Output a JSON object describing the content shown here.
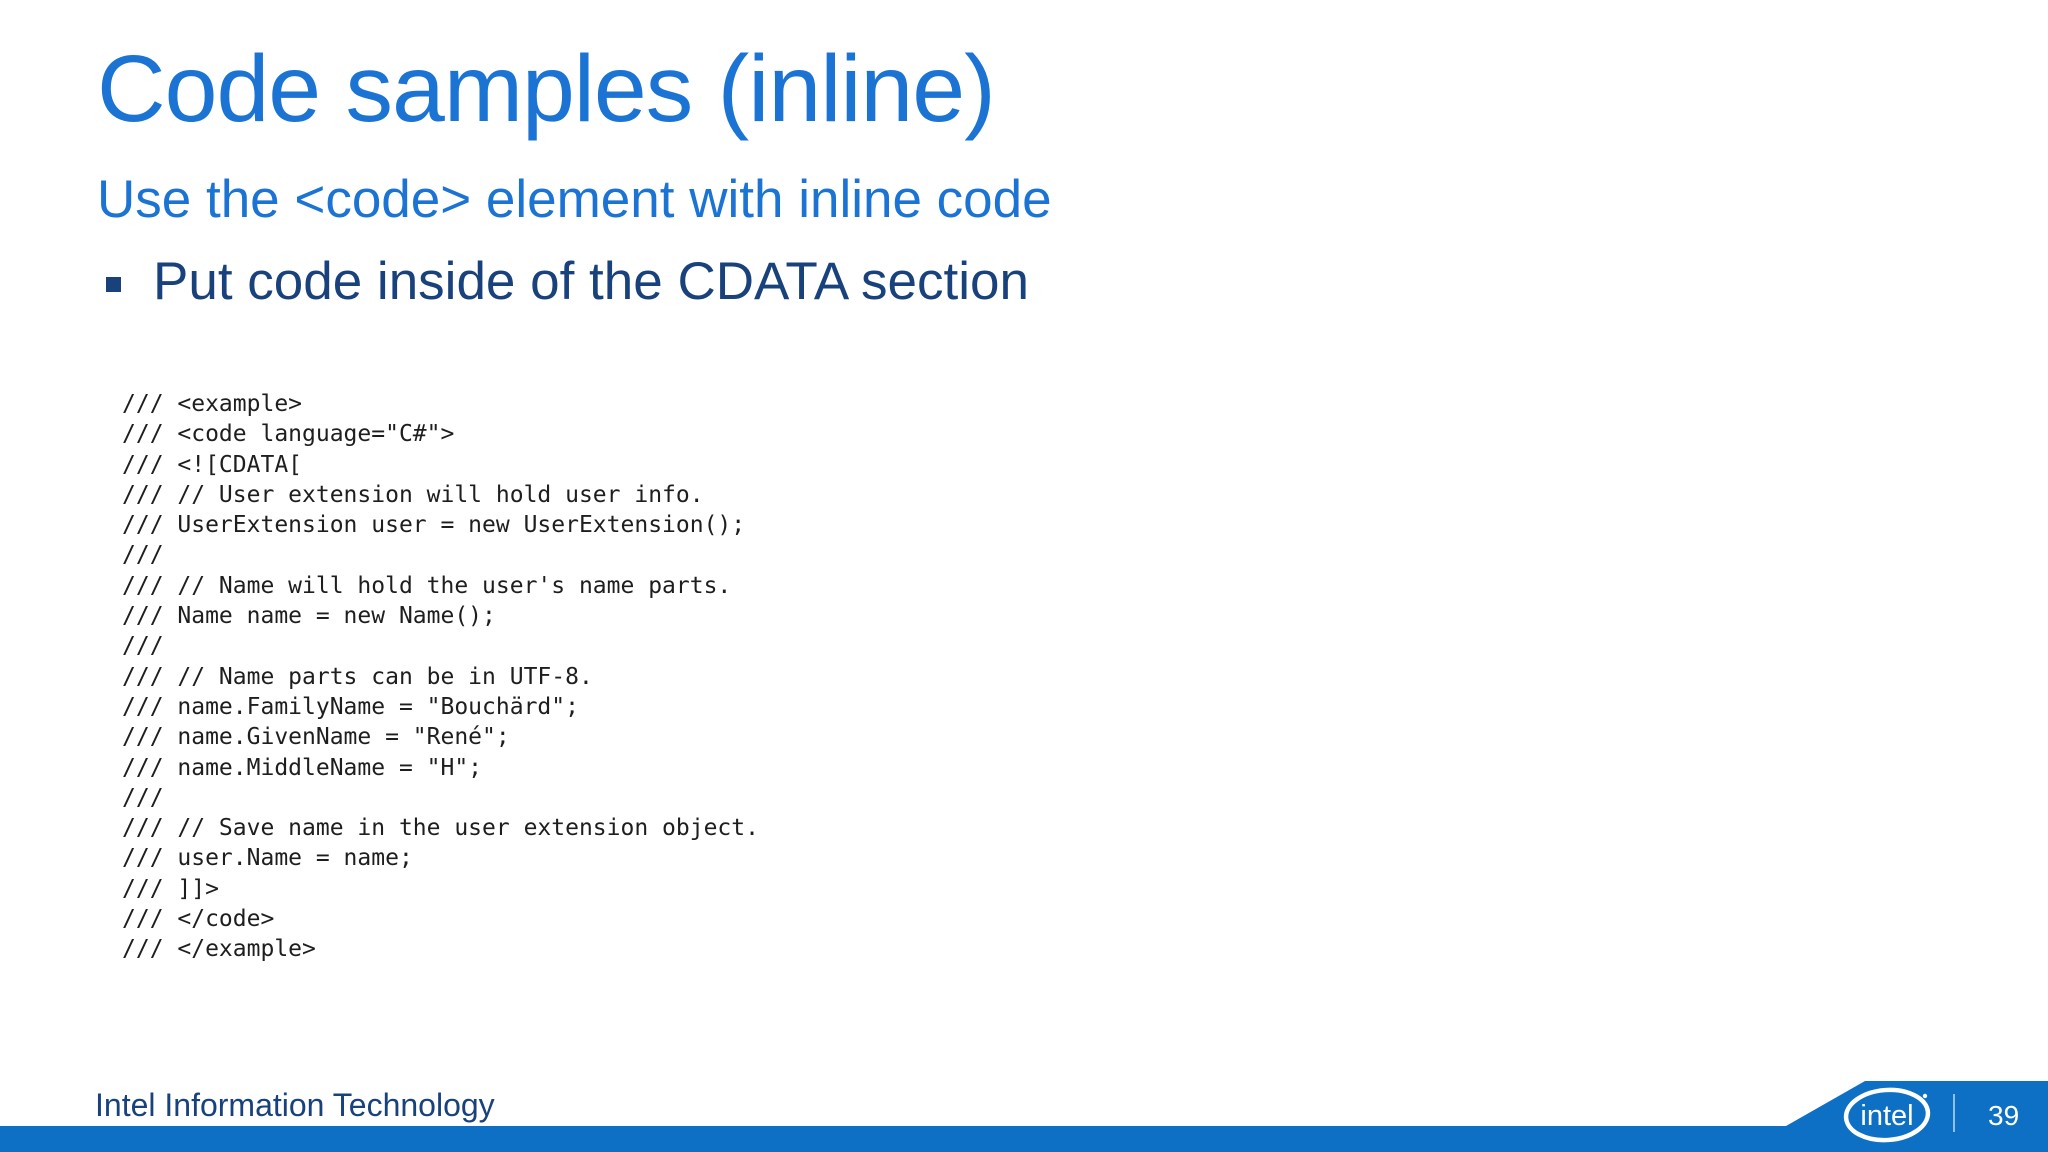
{
  "slide": {
    "title": "Code samples (inline)",
    "subtitle": "Use the <code> element with inline code",
    "bullet": "Put code inside of the CDATA section",
    "code": {
      "lines": [
        "/// <example>",
        "/// <code language=\"C#\">",
        "/// <![CDATA[",
        "/// // User extension will hold user info.",
        "/// UserExtension user = new UserExtension();",
        "///",
        "/// // Name will hold the user's name parts.",
        "/// Name name = new Name();",
        "///",
        "/// // Name parts can be in UTF-8.",
        "/// name.FamilyName = \"Bouchärd\";",
        "/// name.GivenName = \"René\";",
        "/// name.MiddleName = \"H\";",
        "///",
        "/// // Save name in the user extension object.",
        "/// user.Name = name;",
        "/// ]]>",
        "/// </code>",
        "/// </example>"
      ]
    },
    "footer": {
      "left_text": "Intel Information Technology",
      "page_number": "39",
      "logo_text": "intel"
    },
    "colors": {
      "title_blue": "#1b74d4",
      "navy": "#19427c",
      "bar_blue": "#0d70c5",
      "code_text": "#1e1e1e"
    }
  }
}
